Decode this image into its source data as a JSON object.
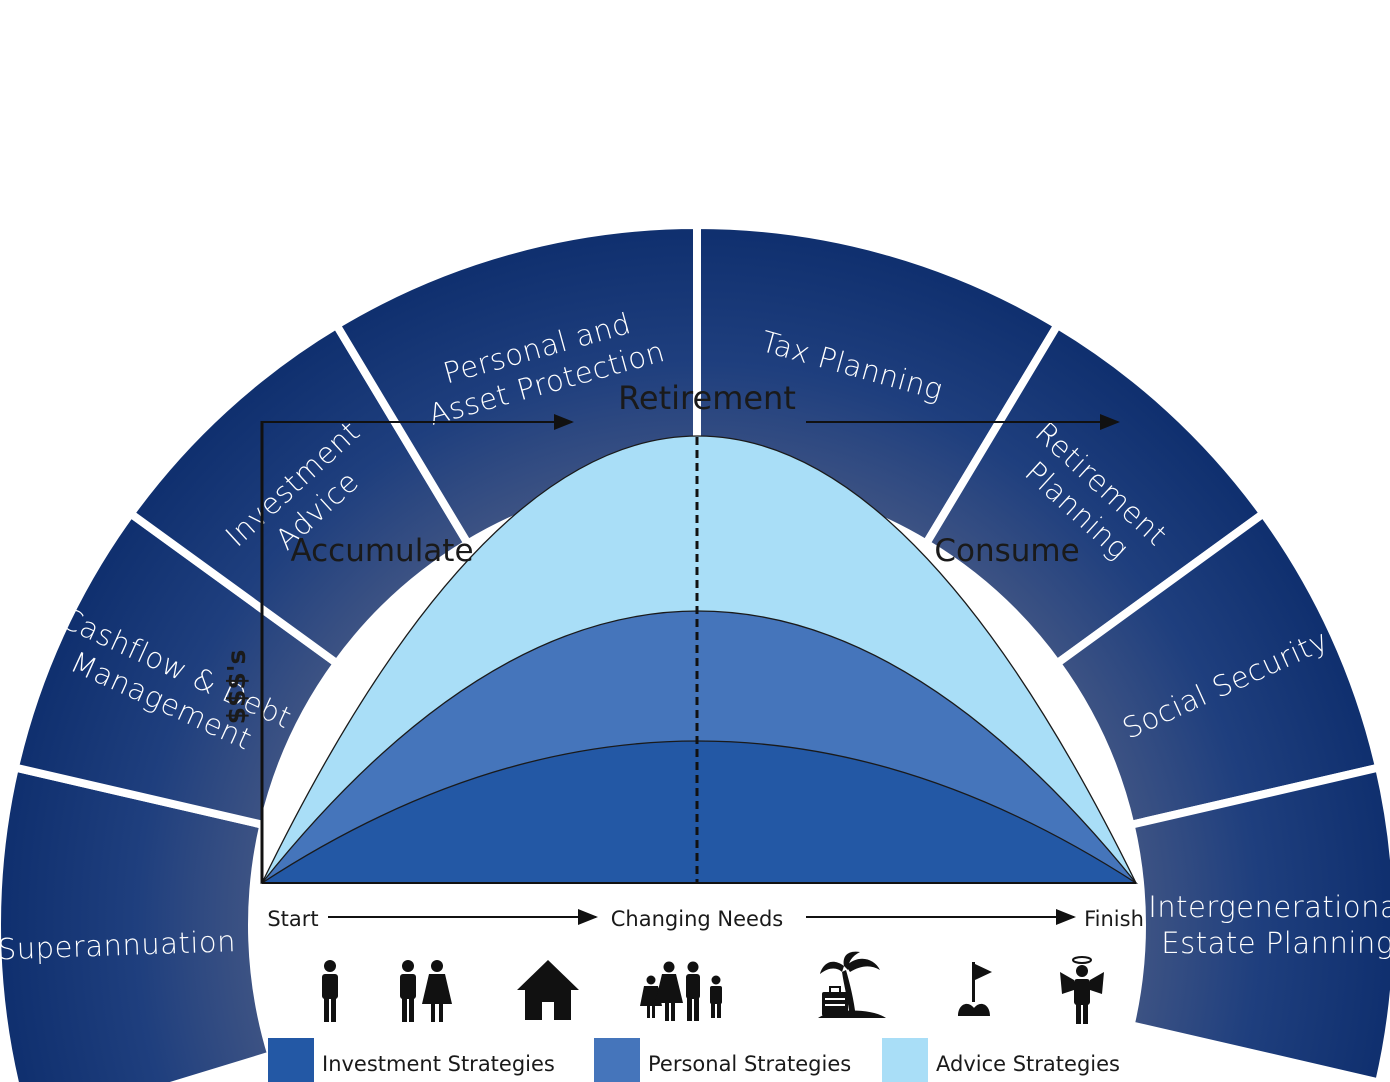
{
  "segments": [
    {
      "id": "superannuation",
      "lines": [
        "Superannuation"
      ]
    },
    {
      "id": "cashflow",
      "lines": [
        "Cashflow & Debt",
        "Management"
      ]
    },
    {
      "id": "investment",
      "lines": [
        "Investment",
        "Advice"
      ]
    },
    {
      "id": "protection",
      "lines": [
        "Personal and",
        "Asset Protection"
      ]
    },
    {
      "id": "tax",
      "lines": [
        "Tax Planning"
      ]
    },
    {
      "id": "retirement-planning",
      "lines": [
        "Retirement",
        "Planning"
      ]
    },
    {
      "id": "social-security",
      "lines": [
        "Social Security"
      ]
    },
    {
      "id": "estate",
      "lines": [
        "Intergenerational",
        "Estate Planning"
      ]
    }
  ],
  "chart": {
    "top_label": "Retirement",
    "left_phase": "Accumulate",
    "right_phase": "Consume",
    "y_label": "$$$'s",
    "x_start": "Start",
    "x_middle": "Changing Needs",
    "x_finish": "Finish"
  },
  "life_stage_icons": [
    "single-person-icon",
    "couple-icon",
    "house-icon",
    "family-icon",
    "holiday-luggage-icon",
    "golf-flag-icon",
    "angel-icon"
  ],
  "legend": [
    {
      "label": "Investment Strategies",
      "color": "#2358a5"
    },
    {
      "label": "Personal Strategies",
      "color": "#4575bb"
    },
    {
      "label": "Advice Strategies",
      "color": "#a9def7"
    }
  ],
  "colors": {
    "segment_dark": "#0f2f6e",
    "segment_light": "#4b5c86"
  }
}
